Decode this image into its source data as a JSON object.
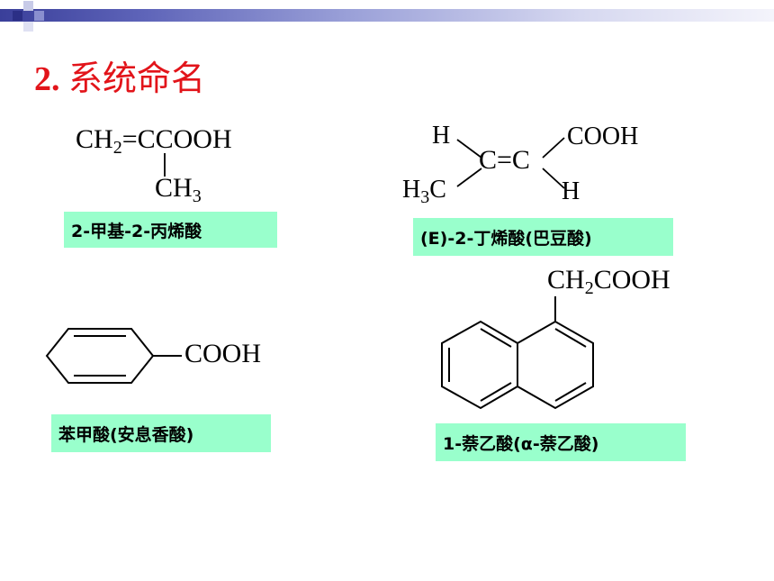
{
  "slide": {
    "title_number": "2.",
    "title_text": "系统命名"
  },
  "compounds": {
    "methacrylic": {
      "main_ch": "CH",
      "main_sub": "2",
      "main_rest": "=CCOOH",
      "methyl_ch": "CH",
      "methyl_sub": "3",
      "label": "2-甲基-2-丙烯酸"
    },
    "crotonic": {
      "h_top": "H",
      "c_eq_c": "C=C",
      "cooh": "COOH",
      "h3c_pre": "H",
      "h3c_sub": "3",
      "h3c_post": "C",
      "h_bottom": "H",
      "label": "(E)-2-丁烯酸(巴豆酸)"
    },
    "benzoic": {
      "cooh": "COOH",
      "label": "苯甲酸(安息香酸)"
    },
    "naphthylacetic": {
      "ch": "CH",
      "sub": "2",
      "rest": "COOH",
      "label": "1-萘乙酸(α-萘乙酸)"
    }
  },
  "colors": {
    "title": "#e2141a",
    "label_bg": "#99ffcc",
    "bar_dark": "#3a3f9a"
  }
}
